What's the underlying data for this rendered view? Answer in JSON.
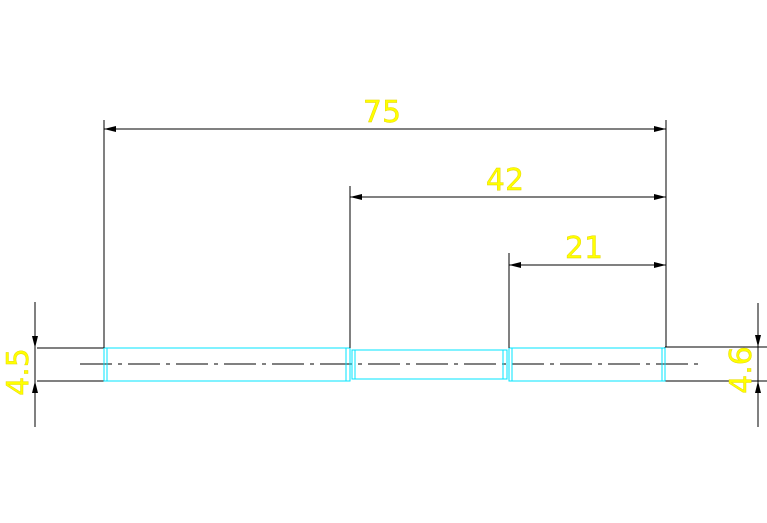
{
  "drawing": {
    "background_color": "#ffffff",
    "line_color": "#000000",
    "outline_color": "#00ffff",
    "text_color": "#ffff00",
    "dimensions": {
      "overall_length": "75",
      "middle_length": "42",
      "right_length": "21",
      "left_diameter": "4.5",
      "right_diameter": "4.6"
    }
  }
}
